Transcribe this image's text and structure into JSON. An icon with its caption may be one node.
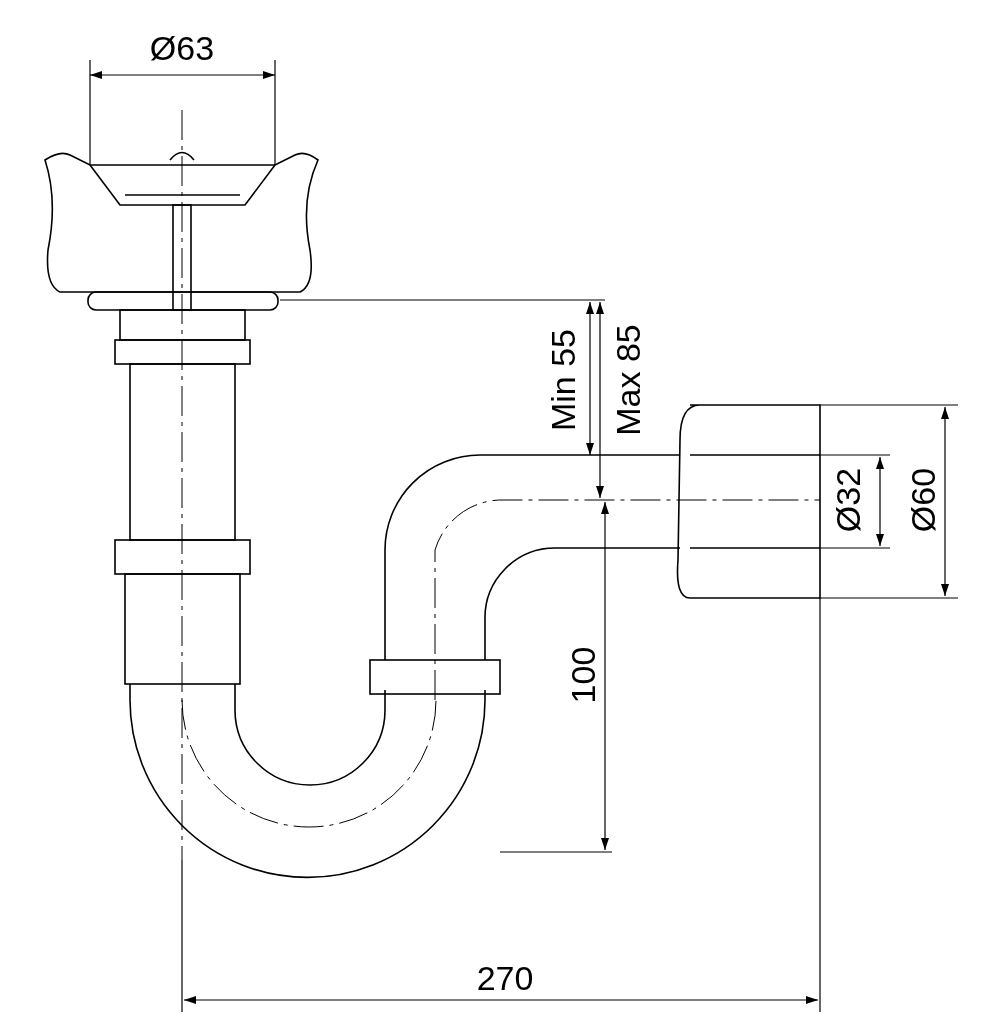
{
  "diagram": {
    "labels": [
      "Ø63",
      "Min 55",
      "Max 85",
      "Ø32",
      "Ø60",
      "100",
      "270"
    ]
  }
}
